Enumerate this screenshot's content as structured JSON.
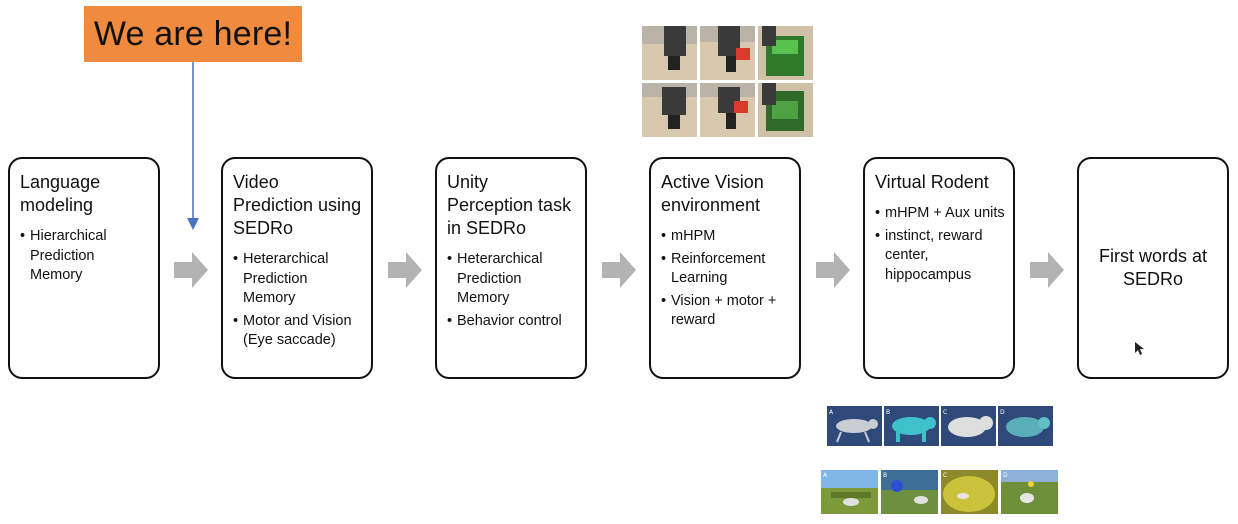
{
  "callout": {
    "label": "We are here!"
  },
  "stages": [
    {
      "title": "Language modeling",
      "bullets": [
        "Hierarchical Prediction Memory"
      ]
    },
    {
      "title": "Video Prediction using SEDRo",
      "bullets": [
        "Heterarchical Prediction Memory",
        "Motor and Vision (Eye saccade)"
      ]
    },
    {
      "title": "Unity Perception task in SEDRo",
      "bullets": [
        "Heterarchical Prediction Memory",
        "Behavior control"
      ]
    },
    {
      "title": "Active Vision environment",
      "bullets": [
        "mHPM",
        "Reinforcement Learning",
        "Vision + motor + reward"
      ]
    },
    {
      "title": "Virtual Rodent",
      "bullets": [
        "mHPM + Aux units",
        "instinct, reward center, hippocampus"
      ]
    },
    {
      "title": "First words at SEDRo",
      "bullets": []
    }
  ],
  "rodent_panels": {
    "labels": [
      "A",
      "B",
      "C",
      "D"
    ]
  },
  "arena_panels": {
    "labels": [
      "A",
      "B",
      "C",
      "D"
    ]
  },
  "colors": {
    "callout": "#ef8a3e",
    "pointer": "#4a6fc3",
    "arrow": "#b3b3b3",
    "border": "#111111"
  }
}
